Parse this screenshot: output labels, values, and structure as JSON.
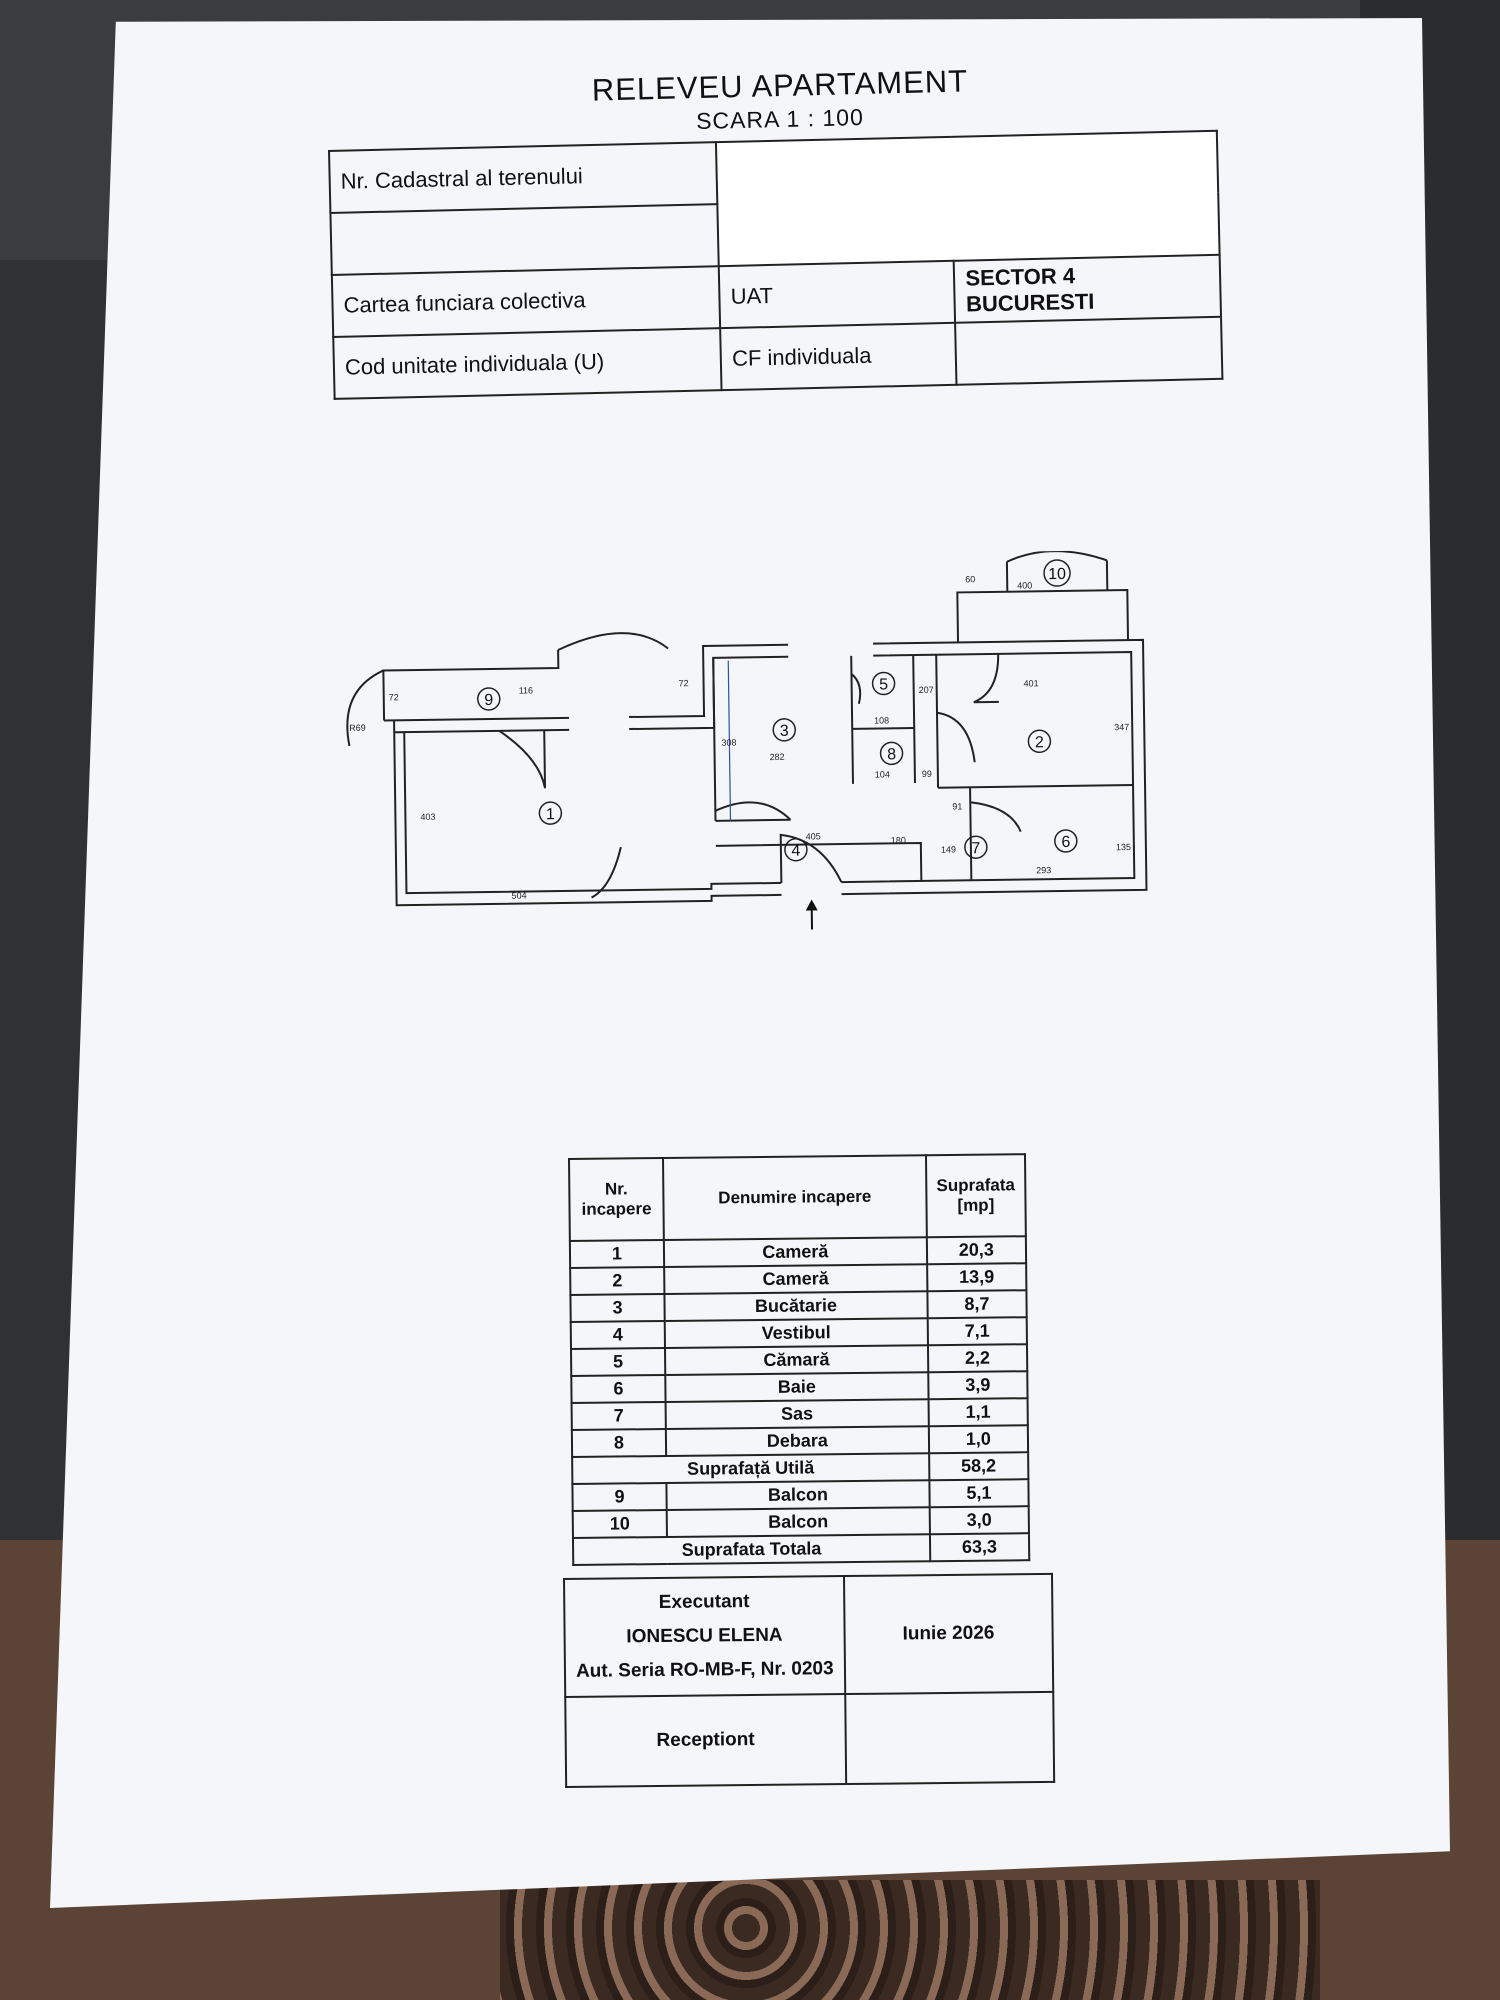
{
  "header": {
    "title": "RELEVEU APARTAMENT",
    "scale": "SCARA 1 : 100"
  },
  "info_table": {
    "cadastral_label": "Nr. Cadastral al terenului",
    "cadastral_value": "",
    "cf_colectiva_label": "Cartea funciara colectiva",
    "uat_label": "UAT",
    "uat_value_line1": "SECTOR 4",
    "uat_value_line2": "BUCURESTI",
    "cod_unitate_label": "Cod unitate individuala (U)",
    "cf_individuala_label": "CF individuala",
    "cf_individuala_value": ""
  },
  "floor_plan": {
    "room_markers": [
      "1",
      "2",
      "3",
      "4",
      "5",
      "6",
      "7",
      "8",
      "9",
      "10"
    ],
    "dimensions": {
      "d504": "504",
      "d403": "403",
      "d308": "308",
      "d282": "282",
      "d405": "405",
      "d180": "180",
      "d108": "108",
      "d207": "207",
      "d104": "104",
      "d99": "99",
      "d91": "91",
      "d149": "149",
      "d401": "401",
      "d347": "347",
      "d293": "293",
      "d135": "135",
      "d400": "400",
      "d60": "60",
      "d72a": "72",
      "d116": "116",
      "d72b": "72",
      "dR69": "R69"
    }
  },
  "rooms_table": {
    "headers": [
      "Nr.\nincapere",
      "Denumire incapere",
      "Suprafata\n[mp]"
    ],
    "rows": [
      {
        "nr": "1",
        "name": "Cameră",
        "area": "20,3"
      },
      {
        "nr": "2",
        "name": "Cameră",
        "area": "13,9"
      },
      {
        "nr": "3",
        "name": "Bucătarie",
        "area": "8,7"
      },
      {
        "nr": "4",
        "name": "Vestibul",
        "area": "7,1"
      },
      {
        "nr": "5",
        "name": "Cămară",
        "area": "2,2"
      },
      {
        "nr": "6",
        "name": "Baie",
        "area": "3,9"
      },
      {
        "nr": "7",
        "name": "Sas",
        "area": "1,1"
      },
      {
        "nr": "8",
        "name": "Debara",
        "area": "1,0"
      }
    ],
    "suprafata_utila_label": "Suprafață Utilă",
    "suprafata_utila_value": "58,2",
    "balcony_rows": [
      {
        "nr": "9",
        "name": "Balcon",
        "area": "5,1"
      },
      {
        "nr": "10",
        "name": "Balcon",
        "area": "3,0"
      }
    ],
    "suprafata_totala_label": "Suprafata Totala",
    "suprafata_totala_value": "63,3"
  },
  "signature": {
    "executant_label": "Executant",
    "executant_name": "IONESCU ELENA",
    "executant_auth": "Aut. Seria RO-MB-F, Nr. 0203",
    "date": "Iunie 2026",
    "receptionist_label": "Receptiont"
  }
}
